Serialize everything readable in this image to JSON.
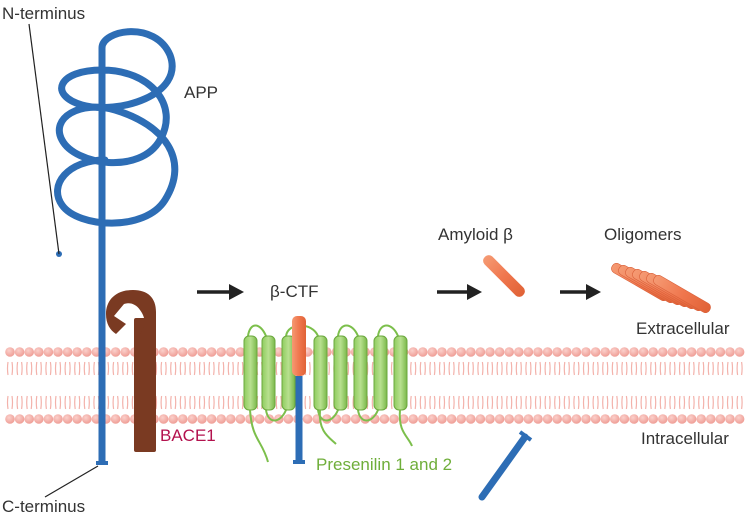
{
  "labels": {
    "n_terminus": "N-terminus",
    "c_terminus": "C-terminus",
    "app": "APP",
    "bace1": "BACE1",
    "beta_ctf": "β-CTF",
    "amyloid_beta": "Amyloid β",
    "oligomers": "Oligomers",
    "extracellular": "Extracellular",
    "intracellular": "Intracellular",
    "presenilin": "Presenilin 1 and 2"
  },
  "colors": {
    "app_blue": "#2d6db5",
    "bace1_brown": "#7a3a22",
    "bace1_label": "#b3124e",
    "presenilin_green": "#7cbf4b",
    "presenilin_label": "#6fae3a",
    "amyloid_orange": "#f0774e",
    "membrane_pink": "#f5b4ae",
    "text": "#333333",
    "arrow": "#222222"
  },
  "icons": [
    "arrow-right-icon"
  ]
}
